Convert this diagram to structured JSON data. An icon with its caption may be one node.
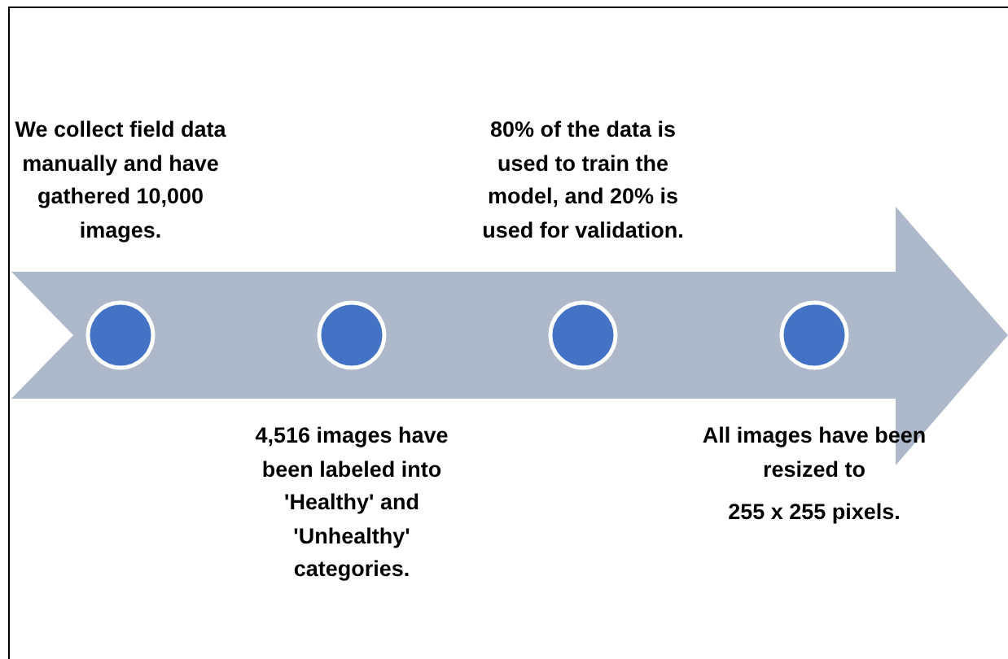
{
  "diagram": {
    "nodes": [
      {
        "text": [],
        "shape": "circle",
        "beside": [
          "We collect field data manually and have gathered 10,000 images."
        ]
      },
      {
        "text": [],
        "shape": "circle",
        "beside": [
          "4,516 images have been labeled into 'Healthy' and 'Unhealthy' categories."
        ]
      },
      {
        "text": [],
        "shape": "circle",
        "beside": [
          "80% of the data is used to train the model, and 20% is used for validation."
        ]
      },
      {
        "text": [],
        "shape": "circle",
        "beside": [
          "All images have been resized to",
          "255 x 255 pixels."
        ]
      }
    ],
    "edges": []
  }
}
